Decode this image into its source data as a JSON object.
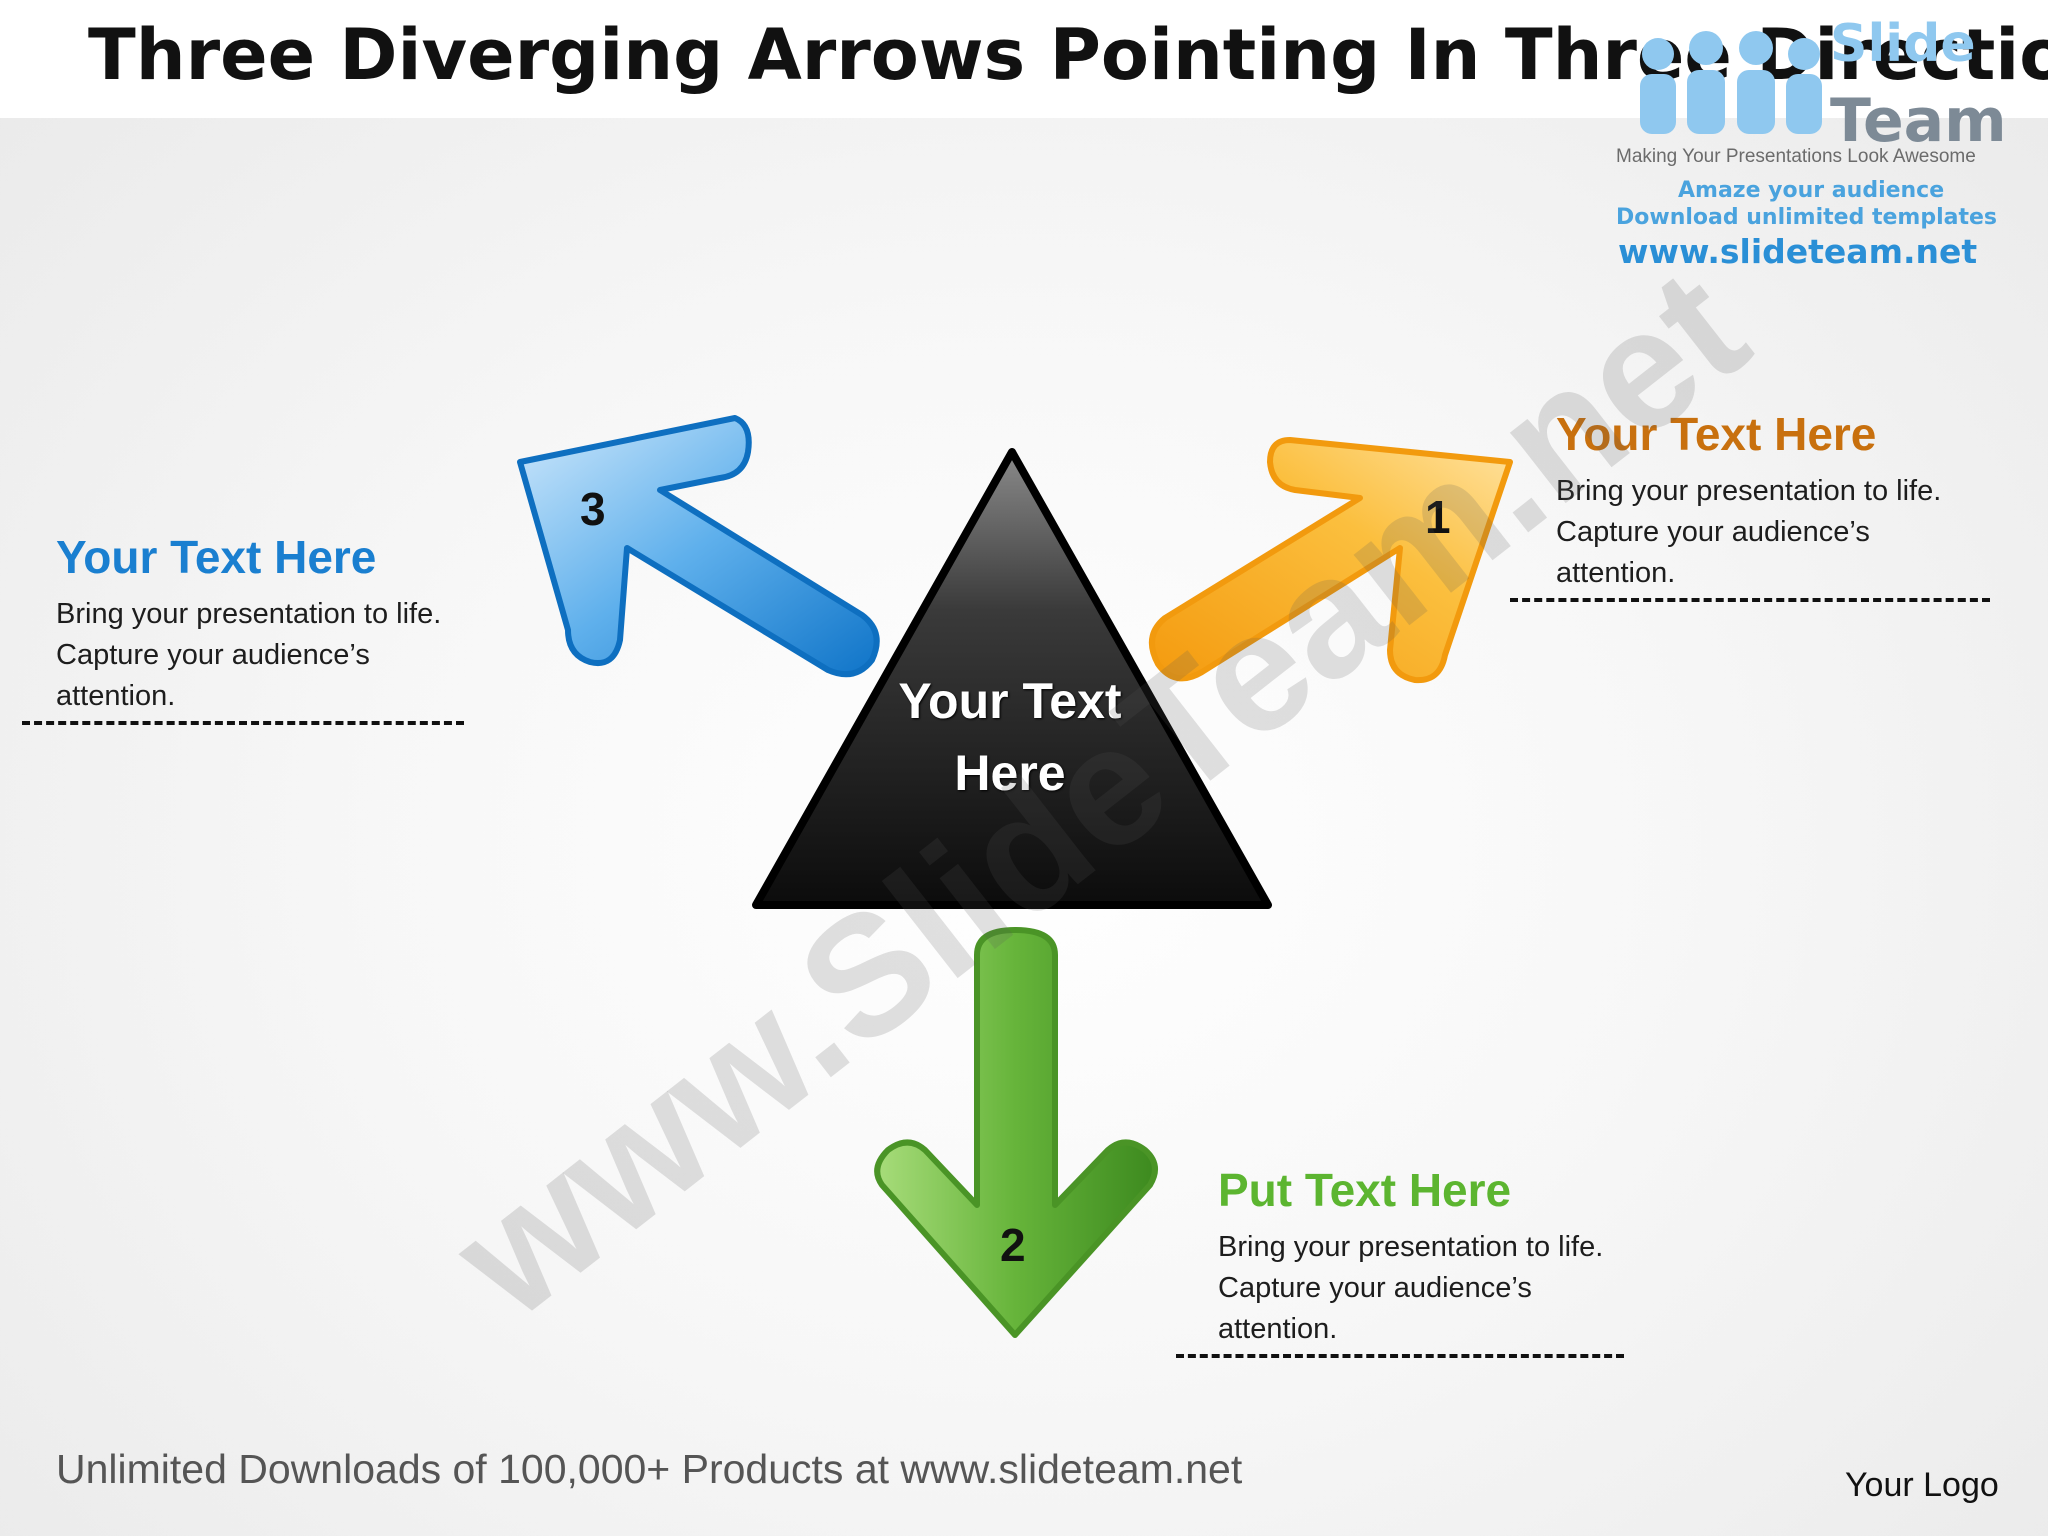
{
  "title": "Three Diverging Arrows Pointing In Three Direction",
  "logo": {
    "word1": "Slide",
    "word2": "Team",
    "tagline": "Making Your Presentations Look Awesome",
    "line1": "Amaze your audience",
    "line2": "Download unlimited templates",
    "url": "www.slideteam.net"
  },
  "watermark": "www.SlideTeam.net",
  "center_label": "Your Text Here",
  "arrows": [
    {
      "number": "1",
      "color": "#f7a21b",
      "direction": "up-right"
    },
    {
      "number": "2",
      "color": "#5aa22e",
      "direction": "down"
    },
    {
      "number": "3",
      "color": "#1a86d6",
      "direction": "up-left"
    }
  ],
  "blocks": {
    "left": {
      "heading": "Your Text Here",
      "heading_color": "#1a7fd0",
      "body": "Bring your presentation to life. Capture your audience’s attention."
    },
    "right": {
      "heading": "Your Text Here",
      "heading_color": "#c8700e",
      "body": "Bring your presentation to life. Capture your audience’s attention."
    },
    "bottom": {
      "heading": "Put Text Here",
      "heading_color": "#5cb530",
      "body": "Bring your presentation to life. Capture your audience’s attention."
    }
  },
  "footer": "Unlimited Downloads of 100,000+ Products at www.slideteam.net",
  "your_logo": "Your Logo"
}
